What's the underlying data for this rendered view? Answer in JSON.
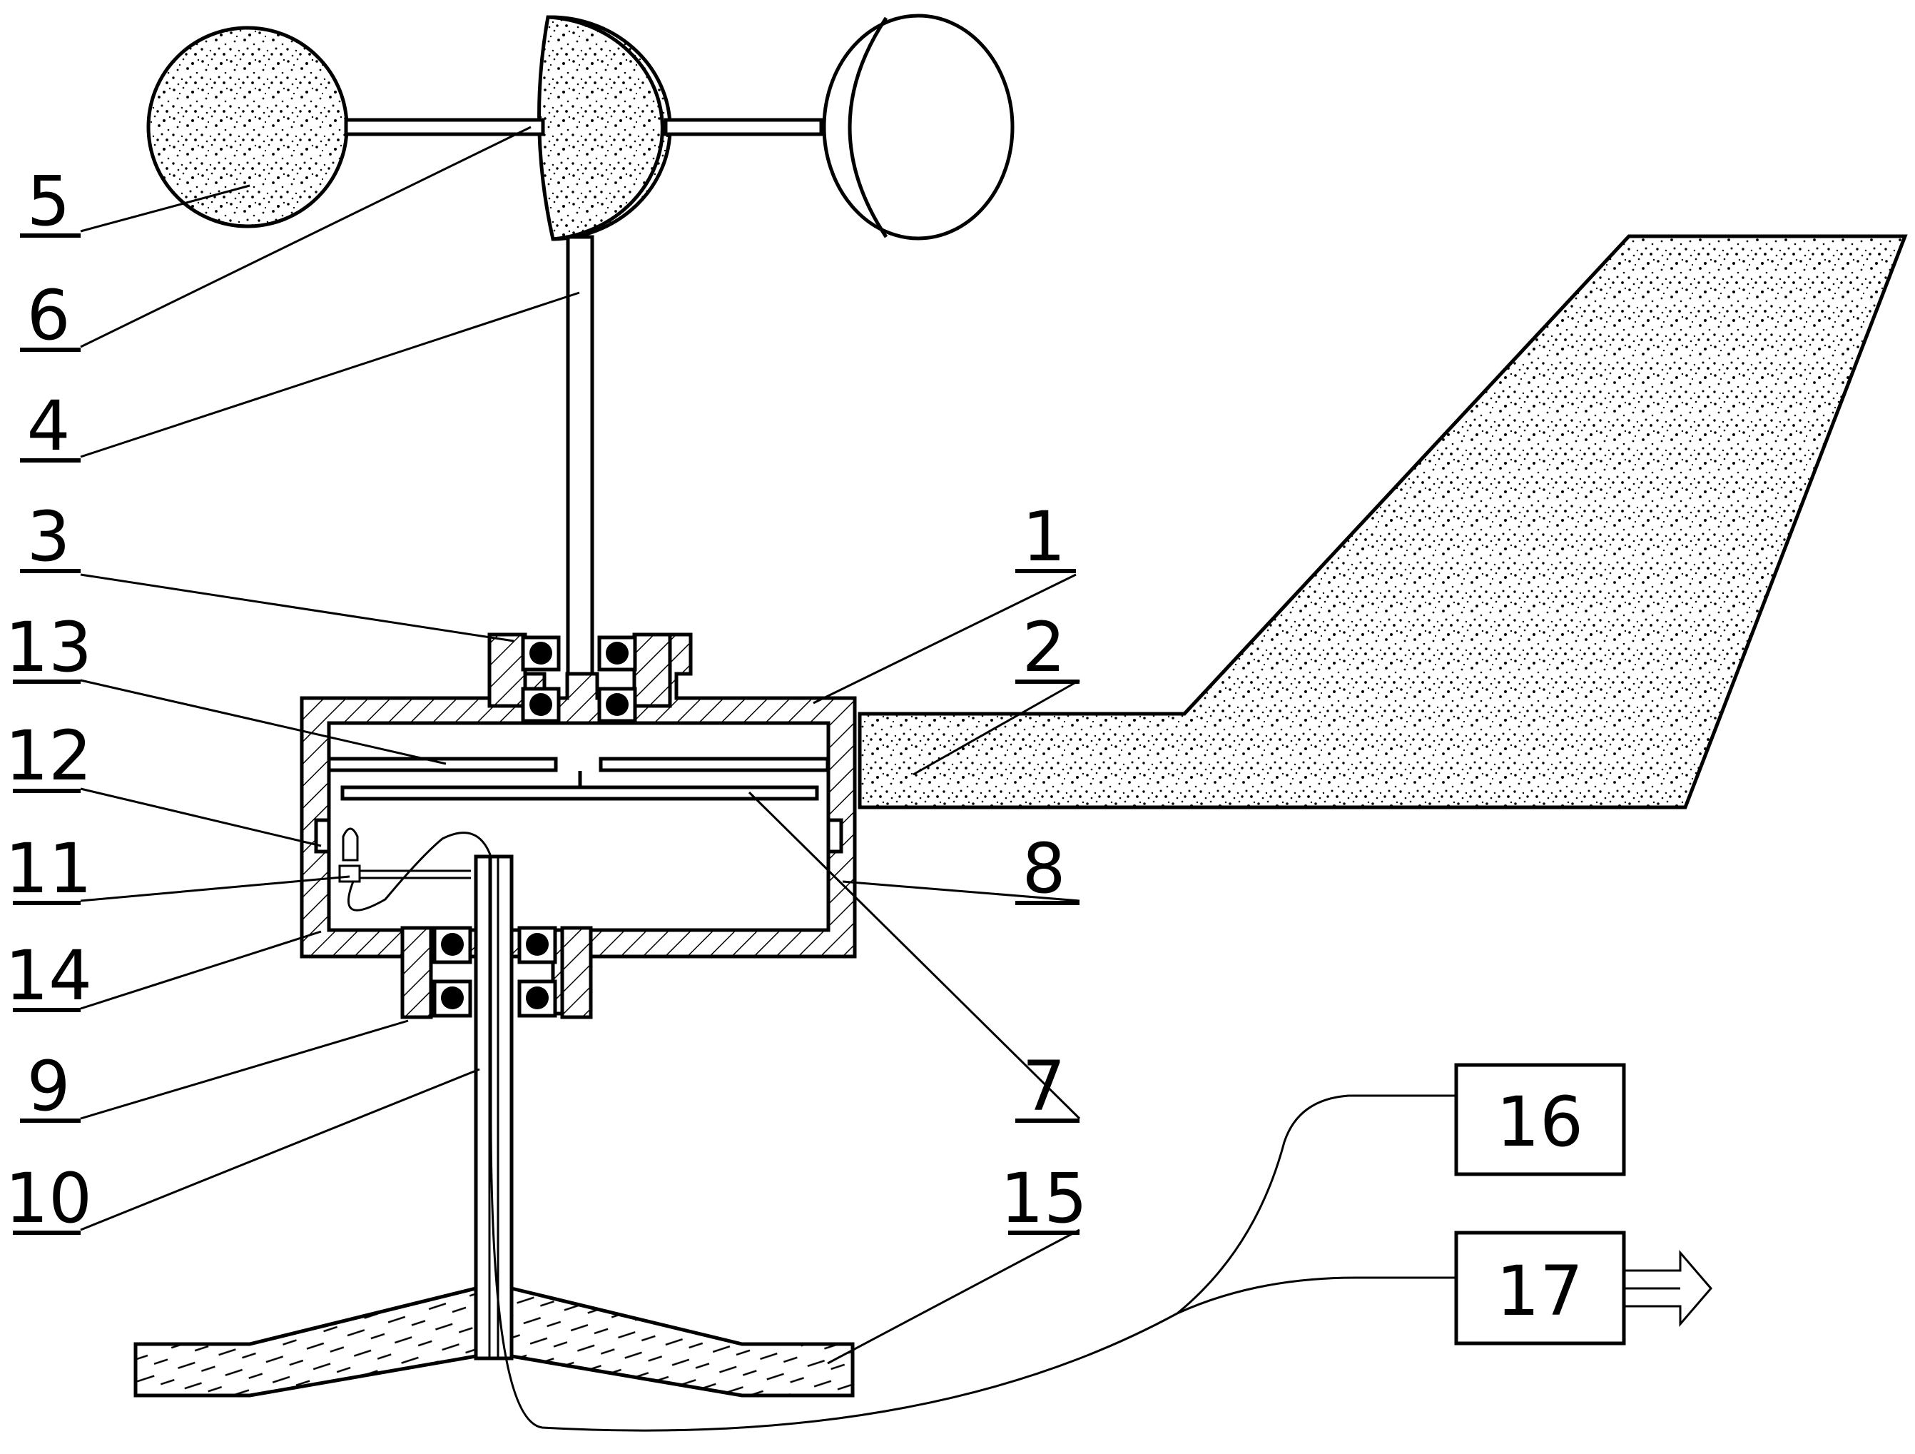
{
  "labels": {
    "l1": "1",
    "l2": "2",
    "l3": "3",
    "l4": "4",
    "l5": "5",
    "l6": "6",
    "l7": "7",
    "l8": "8",
    "l9": "9",
    "l10": "10",
    "l11": "11",
    "l12": "12",
    "l13": "13",
    "l14": "14",
    "l15": "15"
  },
  "boxes": {
    "b16": "16",
    "b17": "17"
  }
}
